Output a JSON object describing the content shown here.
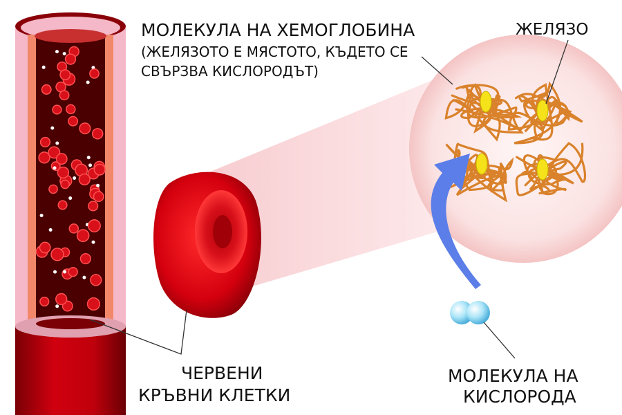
{
  "labels": {
    "hemoglobin_title": "МОЛЕКУЛА НА ХЕМОГЛОБИНА",
    "hemoglobin_note_line1": "(ЖЕЛЯЗОТО Е МЯСТОТО, КЪДЕТО СЕ",
    "hemoglobin_note_line2": "СВЪРЗВА КИСЛОРОДЪТ)",
    "iron": "ЖЕЛЯЗО",
    "red_cells_line1": "ЧЕРВЕНИ",
    "red_cells_line2": "КРЪВНИ КЛЕТКИ",
    "oxygen_line1": "МОЛЕКУЛА НА",
    "oxygen_line2": "КИСЛОРОДА"
  },
  "colors": {
    "blood_red": "#d0000f",
    "vessel_outer": "#f4b8c8",
    "vessel_wall": "#f2876a",
    "lumen": "#4a0000",
    "strand": "#d9822b",
    "iron": "#f5e21a",
    "arrow": "#5b7ee8",
    "oxygen": "#8fd6f0"
  }
}
